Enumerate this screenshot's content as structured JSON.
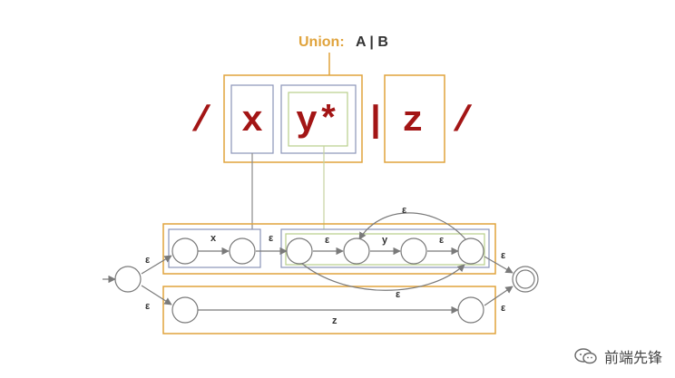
{
  "title": {
    "label": "Union:",
    "expression": "A | B"
  },
  "regex": {
    "open_slash": "/",
    "x": "x",
    "y_star": "y*",
    "pipe": "|",
    "z": "z",
    "close_slash": "/"
  },
  "edges": {
    "start_upper": "ε",
    "start_lower": "ε",
    "x": "x",
    "x_to_star": "ε",
    "star_entry": "ε",
    "y": "y",
    "star_exit": "ε",
    "star_loop": "ε",
    "star_skip": "ε",
    "upper_to_final": "ε",
    "z": "z",
    "lower_to_final": "ε"
  },
  "colors": {
    "union": "#e0a33c",
    "regex_text": "#a31515",
    "concat_box": "#8a94b8",
    "star_box": "#b8cf8a",
    "edge": "#7a7a7a",
    "connector_x": "#8a8a8a",
    "connector_star": "#c6d39f"
  },
  "watermark": {
    "icon": "wechat-icon",
    "text": "前端先锋"
  }
}
